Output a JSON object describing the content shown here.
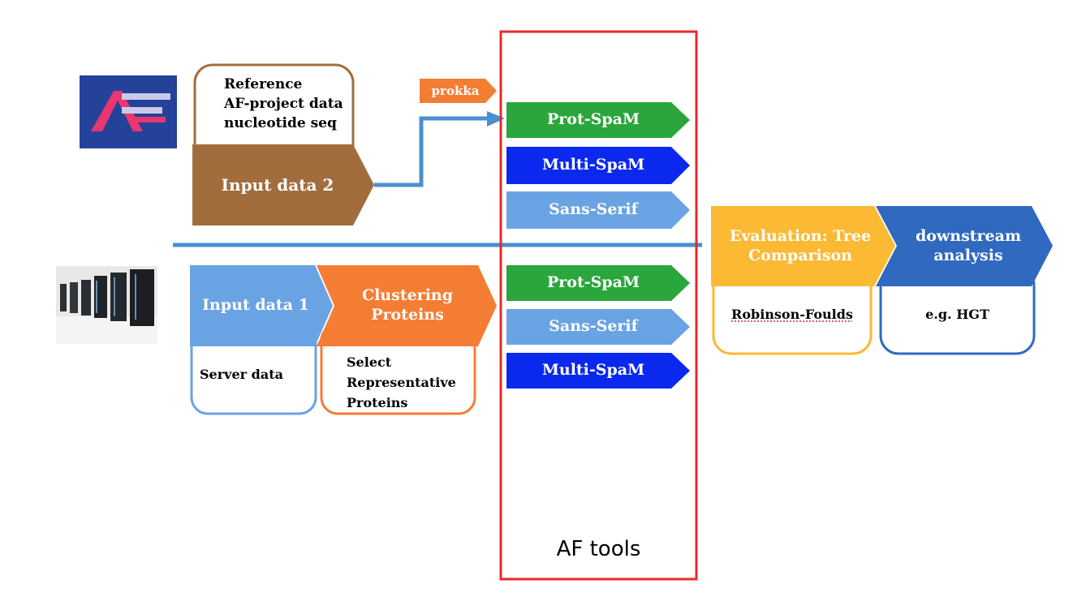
{
  "logo": {
    "text": "AF",
    "colors": {
      "bg": "#24429a",
      "pink": "#e8366f",
      "light": "#c9cbe8"
    }
  },
  "server_image": {
    "icon": "server-room-icon"
  },
  "input2": {
    "caption_lines": [
      "Reference",
      "AF-project data",
      "nucleotide seq"
    ],
    "label": "Input data 2",
    "color": "#a26d3c"
  },
  "prokka": {
    "label": "prokka",
    "color": "#f47d34"
  },
  "input1": {
    "label": "Input data 1",
    "caption": "Server data",
    "color": "#6aa3e3"
  },
  "clustering": {
    "label_lines": [
      "Clustering",
      "Proteins"
    ],
    "caption_lines": [
      "Select",
      "Representative",
      "Proteins"
    ],
    "color": "#f47d34"
  },
  "af_tools": {
    "title": "AF tools",
    "upper": [
      "Prot-SpaM",
      "Multi-SpaM",
      "Sans-Serif"
    ],
    "lower": [
      "Prot-SpaM",
      "Sans-Serif",
      "Multi-SpaM"
    ],
    "colors": {
      "prot": "#2aa63c",
      "multi": "#0a28ee",
      "sans": "#6aa3e3",
      "frame": "#e8292a"
    }
  },
  "evaluation": {
    "label_lines": [
      "Evaluation: Tree",
      "Comparison"
    ],
    "caption": "Robinson-Foulds",
    "color": "#fbb934"
  },
  "downstream": {
    "label_lines": [
      "downstream",
      "analysis"
    ],
    "caption": "e.g. HGT",
    "color": "#3069c0"
  },
  "divider_color": "#4a8fd0"
}
